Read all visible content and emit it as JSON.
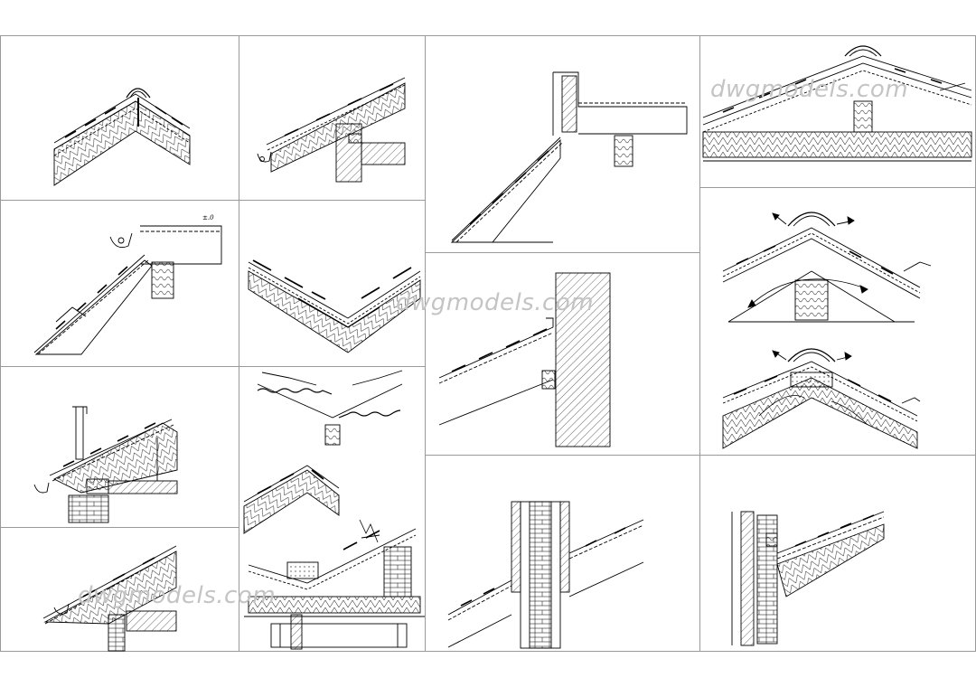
{
  "watermark": {
    "text_1": "dwgmodels.com",
    "text_2": "dwgmodels.com",
    "text_3": "dwgmodels.com"
  },
  "annotations": {
    "level_mark": "±.0"
  },
  "colors": {
    "background": "#ffffff",
    "line": "#000000",
    "frame": "#9a9a9a",
    "watermark": "#c4c4c4"
  }
}
